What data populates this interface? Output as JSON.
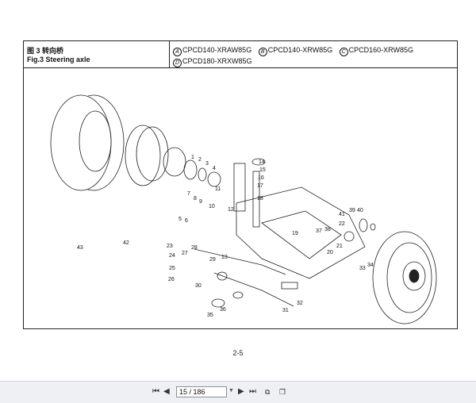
{
  "figure": {
    "title_cn": "图 3    转向桥",
    "title_en": "Fig.3    Steering axle"
  },
  "models": {
    "a_mark": "A",
    "a_label": "CPCD140-XRAW85G",
    "b_mark": "B",
    "b_label": "CPCD140-XRW85G",
    "c_mark": "C",
    "c_label": "CPCD160-XRW85G",
    "d_mark": "D",
    "d_label": "CPCD180-XRXW85G"
  },
  "callouts": [
    "1",
    "2",
    "3",
    "4",
    "5",
    "6",
    "7",
    "8",
    "9",
    "10",
    "11",
    "12",
    "13",
    "14",
    "15",
    "16",
    "17",
    "18",
    "19",
    "20",
    "21",
    "22",
    "23",
    "24",
    "25",
    "26",
    "27",
    "28",
    "29",
    "30",
    "31",
    "32",
    "33",
    "34",
    "35",
    "36",
    "37",
    "38",
    "39",
    "40",
    "41",
    "42",
    "43"
  ],
  "page_number": "2-5",
  "viewer": {
    "page_display": "15 / 186",
    "first_icon": "first-page-icon",
    "prev_icon": "prev-page-icon",
    "next_icon": "next-page-icon",
    "last_icon": "last-page-icon"
  }
}
